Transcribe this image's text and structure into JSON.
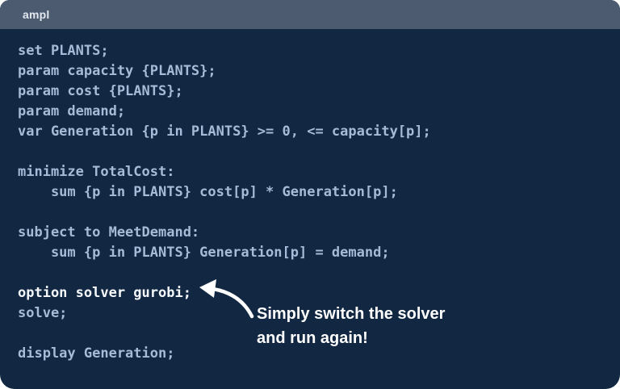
{
  "window": {
    "title": "ampl"
  },
  "code": {
    "lines": [
      {
        "text": "set PLANTS;"
      },
      {
        "text": "param capacity {PLANTS};"
      },
      {
        "text": "param cost {PLANTS};"
      },
      {
        "text": "param demand;"
      },
      {
        "text": "var Generation {p in PLANTS} >= 0, <= capacity[p];"
      },
      {
        "text": ""
      },
      {
        "text": "minimize TotalCost:"
      },
      {
        "text": "    sum {p in PLANTS} cost[p] * Generation[p];"
      },
      {
        "text": ""
      },
      {
        "text": "subject to MeetDemand:"
      },
      {
        "text": "    sum {p in PLANTS} Generation[p] = demand;"
      },
      {
        "text": ""
      },
      {
        "text": "option solver gurobi;"
      },
      {
        "text": "solve;"
      },
      {
        "text": ""
      },
      {
        "text": "display Generation;"
      }
    ]
  },
  "annotation": {
    "line1": "Simply switch the solver",
    "line2": "and run again!"
  },
  "icons": {
    "arrow": "curved-arrow"
  },
  "colors": {
    "page_background": "#ffffff",
    "titlebar_background": "#4d5b71",
    "body_background": "#112742",
    "code_text": "#a6bcd6",
    "highlight_text": "#f6f9fc",
    "annotation_text": "#ffffff"
  }
}
